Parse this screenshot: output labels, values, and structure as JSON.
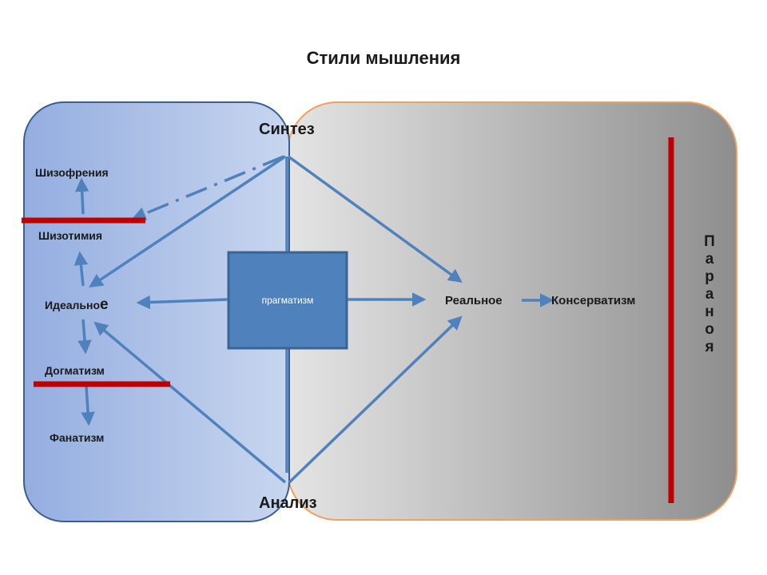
{
  "title": "Стили мышления",
  "nodes": {
    "synthesis": "Синтез",
    "analysis": "Анализ",
    "schizophrenia": "Шизофрения",
    "schizothymia": "Шизотимия",
    "ideal": "Идеально",
    "ideal_tail": "е",
    "dogmatism": "Догматизм",
    "fanaticism": "Фанатизм",
    "real": "Реальное",
    "conservatism": "Консерватизм",
    "pragmatism": "прагматизм"
  },
  "paranoia_letters": [
    "П",
    "а",
    "р",
    "а",
    "н",
    "о",
    "я"
  ],
  "colors": {
    "arrow": "#4f81bd",
    "barrier": "#c00000",
    "center_box": "#4f81bd",
    "left_zone_border": "#3d5f8f",
    "right_zone_border": "#f0a060"
  }
}
